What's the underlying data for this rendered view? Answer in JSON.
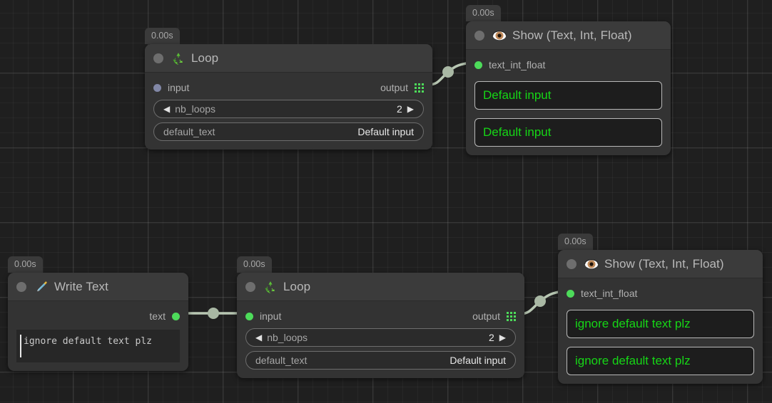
{
  "canvas": {
    "background_color": "#1f1f1f",
    "grid_minor_color": "#2b2b2b",
    "grid_major_color": "#3a3a3a"
  },
  "palette": {
    "node_body": "#333333",
    "node_header": "#3b3b3b",
    "title_text": "#b9b9b9",
    "label_text": "#b0b0b0",
    "value_text": "#e8e8e8",
    "port_connected": "#4ddb5a",
    "port_unconnected": "#8187a6",
    "display_value": "#16d616",
    "wire": "#b8c7b3",
    "status_dot": "#6e6e6e"
  },
  "nodes": [
    {
      "id": "loop-top",
      "timer": "0.00s",
      "icon": "recycle-icon",
      "title": "Loop",
      "input_port": {
        "label": "input",
        "connected": false
      },
      "output_port": {
        "label": "output",
        "icon": "grid-list-icon",
        "connected": true
      },
      "fields": [
        {
          "type": "stepper",
          "key": "nb_loops",
          "value": "2",
          "left_arrow": "◀",
          "right_arrow": "▶"
        },
        {
          "type": "text",
          "key": "default_text",
          "value": "Default input"
        }
      ]
    },
    {
      "id": "show-top",
      "timer": "0.00s",
      "icon": "eye-icon",
      "title": "Show (Text, Int, Float)",
      "input_port": {
        "label": "text_int_float",
        "connected": true
      },
      "displays": [
        "Default input",
        "Default input"
      ]
    },
    {
      "id": "write-text",
      "timer": "0.00s",
      "icon": "pen-nib-icon",
      "title": "Write Text",
      "output_port": {
        "label": "text",
        "connected": true
      },
      "textarea": {
        "value": "ignore default text plz"
      }
    },
    {
      "id": "loop-bottom",
      "timer": "0.00s",
      "icon": "recycle-icon",
      "title": "Loop",
      "input_port": {
        "label": "input",
        "connected": true
      },
      "output_port": {
        "label": "output",
        "icon": "grid-list-icon",
        "connected": true
      },
      "fields": [
        {
          "type": "stepper",
          "key": "nb_loops",
          "value": "2",
          "left_arrow": "◀",
          "right_arrow": "▶"
        },
        {
          "type": "text",
          "key": "default_text",
          "value": "Default input"
        }
      ]
    },
    {
      "id": "show-bottom",
      "timer": "0.00s",
      "icon": "eye-icon",
      "title": "Show (Text, Int, Float)",
      "input_port": {
        "label": "text_int_float",
        "connected": true
      },
      "displays": [
        "ignore default text plz",
        "ignore default text plz"
      ]
    }
  ],
  "connections": [
    {
      "from": "loop-top.output",
      "to": "show-top.text_int_float"
    },
    {
      "from": "write-text.text",
      "to": "loop-bottom.input"
    },
    {
      "from": "loop-bottom.output",
      "to": "show-bottom.text_int_float"
    }
  ]
}
